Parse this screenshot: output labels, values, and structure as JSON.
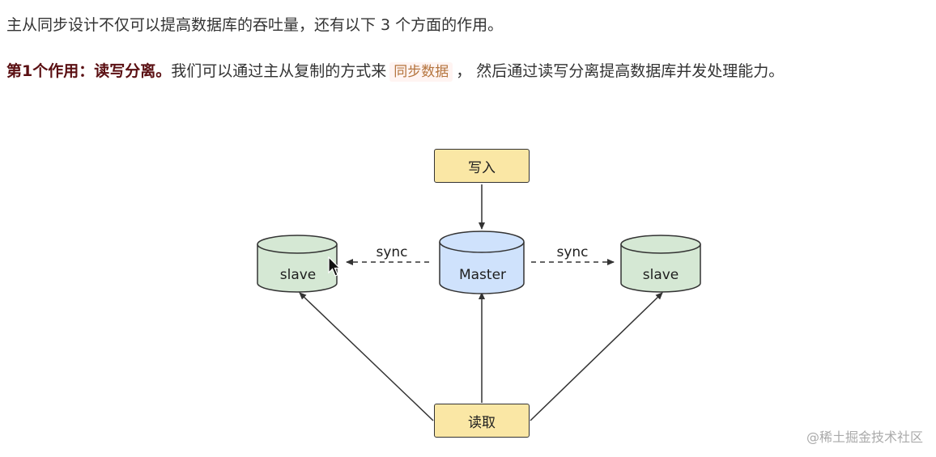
{
  "intro": {
    "text": "主从同步设计不仅可以提高数据库的吞吐量，还有以下 3 个方面的作用。"
  },
  "point1": {
    "heading": "第1个作用：读写分离。",
    "text_before": "我们可以通过主从复制的方式来",
    "code": "同步数据",
    "text_after": "， 然后通过读写分离提高数据库并发处理能力。"
  },
  "diagram": {
    "write_label": "写入",
    "read_label": "读取",
    "master_label": "Master",
    "slave_left_label": "slave",
    "slave_right_label": "slave",
    "sync_left_label": "sync",
    "sync_right_label": "sync",
    "colors": {
      "box_fill": "#fae7a5",
      "master_fill": "#cfe2fc",
      "slave_fill": "#d5e8d4",
      "stroke": "#333333"
    }
  },
  "watermark": "@稀土掘金技术社区",
  "icons": [
    "mouse-cursor-icon"
  ]
}
